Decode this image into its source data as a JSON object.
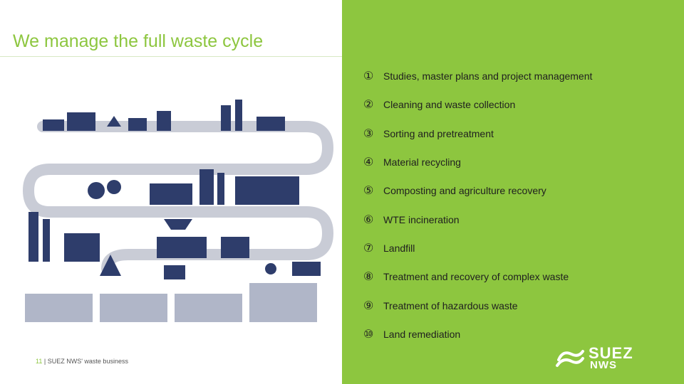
{
  "slide": {
    "title": "We manage the full waste cycle",
    "footer_number": "11",
    "footer_text": "SUEZ NWS' waste business"
  },
  "steps": [
    {
      "marker": "①",
      "label": "Studies, master plans and project management"
    },
    {
      "marker": "②",
      "label": "Cleaning and waste collection"
    },
    {
      "marker": "③",
      "label": "Sorting and pretreatment"
    },
    {
      "marker": "④",
      "label": "Material recycling"
    },
    {
      "marker": "⑤",
      "label": "Composting and agriculture recovery"
    },
    {
      "marker": "⑥",
      "label": "WTE incineration"
    },
    {
      "marker": "⑦",
      "label": "Landfill"
    },
    {
      "marker": "⑧",
      "label": "Treatment and recovery of complex waste"
    },
    {
      "marker": "⑨",
      "label": "Treatment of hazardous waste"
    },
    {
      "marker": "⑩",
      "label": "Land remediation"
    }
  ],
  "logo": {
    "word1": "SUEZ",
    "word2": "NWS"
  },
  "colors": {
    "accent": "#8dc63f",
    "illustration": "#2e3d6b",
    "text": "#1f1f1f"
  },
  "illustration": {
    "icon": "waste-cycle-illustration"
  }
}
